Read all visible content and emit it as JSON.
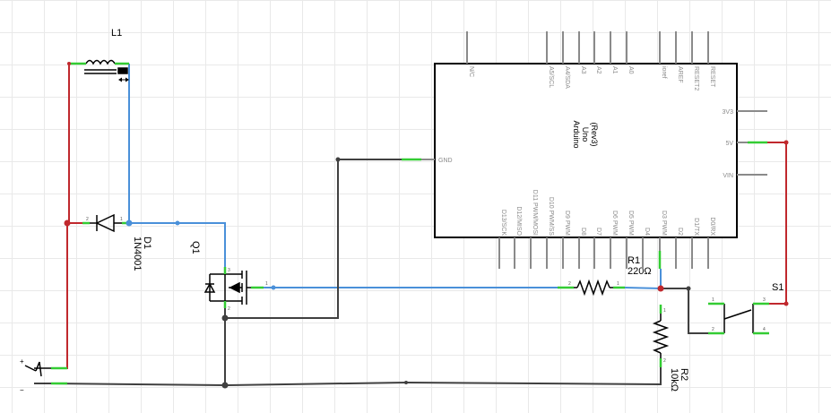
{
  "colors": {
    "wire_power": "#c0282d",
    "wire_signal": "#4a90d9",
    "wire_ground": "#404040",
    "pin_end": "#33cc33",
    "component": "#000000",
    "pin_stub": "#8a8a8a",
    "grid": "#e9e9e9"
  },
  "components": {
    "inductor": {
      "ref": "L1"
    },
    "diode": {
      "ref": "D1",
      "value": "1N4001",
      "pin1": "1",
      "pin2": "2"
    },
    "transistor": {
      "ref": "Q1",
      "pin1": "1",
      "pin2": "2",
      "pin3": "3"
    },
    "resistor_r1": {
      "ref": "R1",
      "value": "220Ω",
      "pin1": "1",
      "pin2": "2"
    },
    "resistor_r2": {
      "ref": "R2",
      "value": "10kΩ",
      "pin1": "1",
      "pin2": "2"
    },
    "switch": {
      "ref": "S1",
      "pin1": "1",
      "pin2": "2",
      "pin3": "3",
      "pin4": "4"
    },
    "power_jack": {
      "plus": "+",
      "minus": "−"
    }
  },
  "arduino": {
    "title_lines": [
      "Arduino",
      "Uno",
      "(Rev3)"
    ],
    "top_pins": [
      "N/C",
      "A5/SCL",
      "A4/SDA",
      "A3",
      "A2",
      "A1",
      "A0",
      "ioref",
      "AREF",
      "RESET2",
      "RESET"
    ],
    "right_pins": [
      "3V3",
      "5V",
      "VIN"
    ],
    "left_pins": [
      "GND"
    ],
    "bottom_pins": [
      "D13/SCK",
      "D12/MISO",
      "D11 PWM/MOSI",
      "D10 PWM/SS",
      "D9 PWM",
      "D8",
      "D7",
      "D6 PWM",
      "D5 PWM",
      "D4",
      "D3 PWM",
      "D2",
      "D1/TX",
      "D0/RX"
    ]
  }
}
